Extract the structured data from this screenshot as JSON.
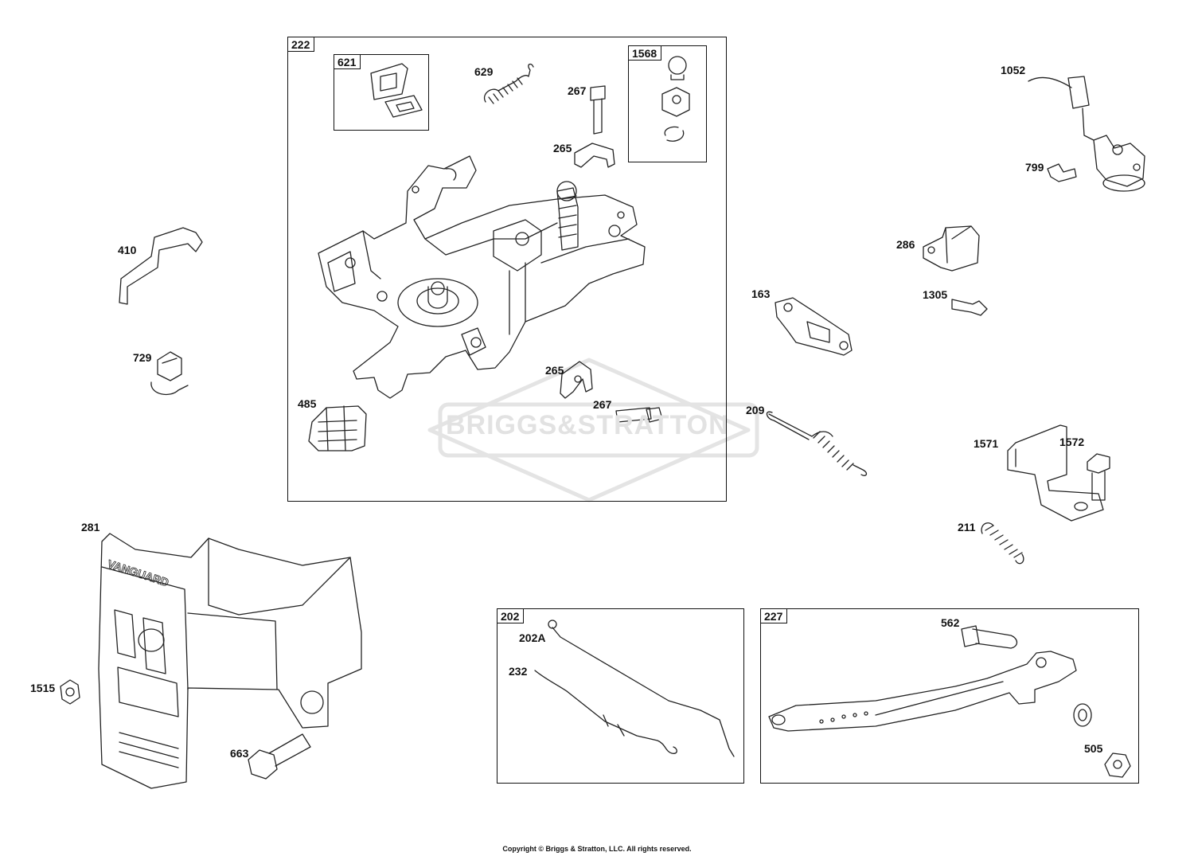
{
  "watermark": "BRIGGS&STRATTON",
  "copyright": "Copyright © Briggs & Stratton, LLC. All rights reserved.",
  "boxes": {
    "b222": "222",
    "b621": "621",
    "b1568": "1568",
    "b202": "202",
    "b227": "227"
  },
  "labels": {
    "l629": "629",
    "l267a": "267",
    "l265a": "265",
    "l265b": "265",
    "l267b": "267",
    "l485": "485",
    "l410": "410",
    "l729": "729",
    "l281": "281",
    "l1515": "1515",
    "l663": "663",
    "l1052": "1052",
    "l799": "799",
    "l286": "286",
    "l1305": "1305",
    "l163": "163",
    "l209": "209",
    "l1571": "1571",
    "l1572": "1572",
    "l211": "211",
    "l202A": "202A",
    "l232": "232",
    "l562": "562",
    "l505": "505"
  }
}
